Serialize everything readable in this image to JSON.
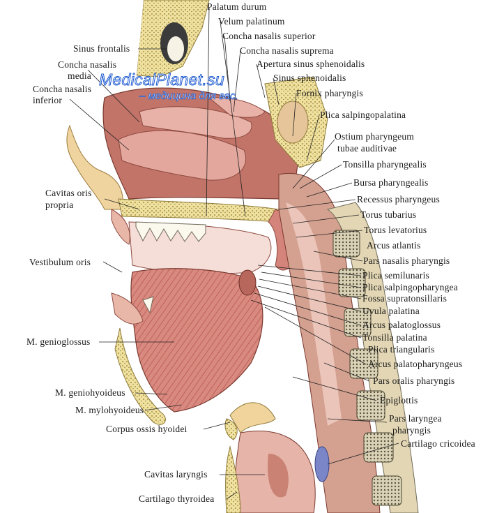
{
  "watermark": {
    "site": "MedicalPlanet.su",
    "tagline": "– медицина для вас."
  },
  "labels_left": {
    "sinus_frontalis": "Sinus frontalis",
    "concha_media_1": "Concha nasalis",
    "concha_media_2": "media",
    "concha_inferior_1": "Concha nasalis",
    "concha_inferior_2": "inferior",
    "cavitas_oris_1": "Cavitas oris",
    "cavitas_oris_2": "propria",
    "vestibulum_oris": "Vestibulum oris",
    "m_genioglossus": "M. genioglossus",
    "m_geniohyoideus": "M. geniohyoideus",
    "m_mylohyoideus": "M. mylohyoideus",
    "corpus_ossis_hyoidei": "Corpus ossis hyoidei",
    "cavitas_laryngis": "Cavitas laryngis",
    "cartilago_thyroidea": "Cartilago thyroidea"
  },
  "labels_top": {
    "palatum_durum": "Palatum durum",
    "velum_palatinum": "Velum palatinum",
    "concha_superior": "Concha nasalis superior",
    "concha_suprema": "Concha nasalis suprema",
    "apertura_sinus": "Apertura sinus sphenoidalis",
    "sinus_sphenoidalis": "Sinus sphenoidalis"
  },
  "labels_right": {
    "fornix_pharyngis": "Fornix pharyngis",
    "plica_salpingopalatina": "Plica salpingopalatina",
    "ostium_1": "Ostium pharyngeum",
    "ostium_2": "tubae auditivae",
    "tonsilla_pharyngealis": "Tonsilla pharyngealis",
    "bursa_pharyngealis": "Bursa pharyngealis",
    "recessus_pharyngeus": "Recessus pharyngeus",
    "torus_tubarius": "Torus tubarius",
    "torus_levatorius": "Torus levatorius",
    "arcus_atlantis": "Arcus atlantis",
    "pars_nasalis": "Pars nasalis pharyngis",
    "plica_semilunaris": "Plica semilunaris",
    "plica_salpingopharyngea": "Plica salpingopharyngea",
    "fossa_supratonsillaris": "Fossa supratonsillaris",
    "uvula_palatina": "Uvula palatina",
    "arcus_palatoglossus": "Arcus palatoglossus",
    "tonsilla_palatina": "Tonsilla palatina",
    "plica_triangularis": "Plica triangularis",
    "arcus_palatopharyngeus": "Arcus palatopharyngeus",
    "pars_oralis": "Pars oralis pharyngis",
    "epiglottis": "Epiglottis",
    "pars_laryngea_1": "Pars laryngea",
    "pars_laryngea_2": "pharyngis",
    "cartilago_cricoidea": "Cartilago cricoidea"
  }
}
